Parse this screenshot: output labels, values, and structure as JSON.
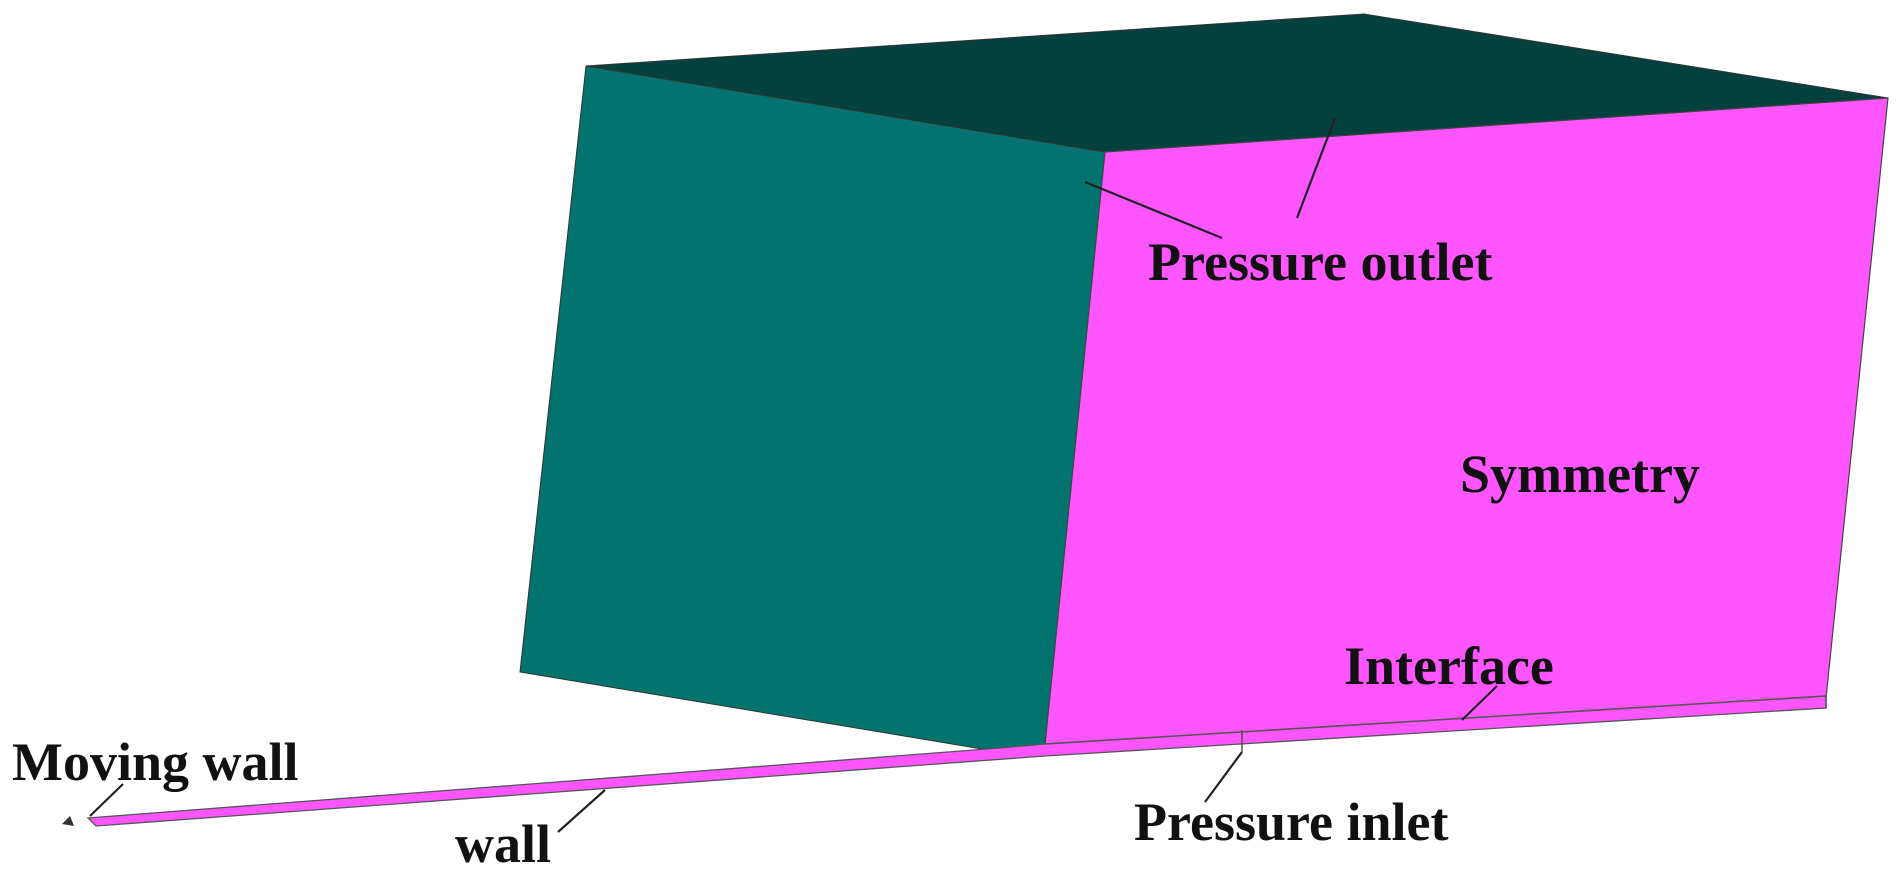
{
  "labels": {
    "pressure_outlet": "Pressure outlet",
    "symmetry": "Symmetry",
    "interface": "Interface",
    "moving_wall": "Moving wall",
    "wall": "wall",
    "pressure_inlet": "Pressure inlet"
  },
  "colors": {
    "side_face": "#02736f",
    "top_face": "#03413f",
    "symmetry_face": "#ff55ff",
    "strip": "#ff55ff",
    "outline": "#555555",
    "text": "#111111",
    "background": "#ffffff"
  }
}
